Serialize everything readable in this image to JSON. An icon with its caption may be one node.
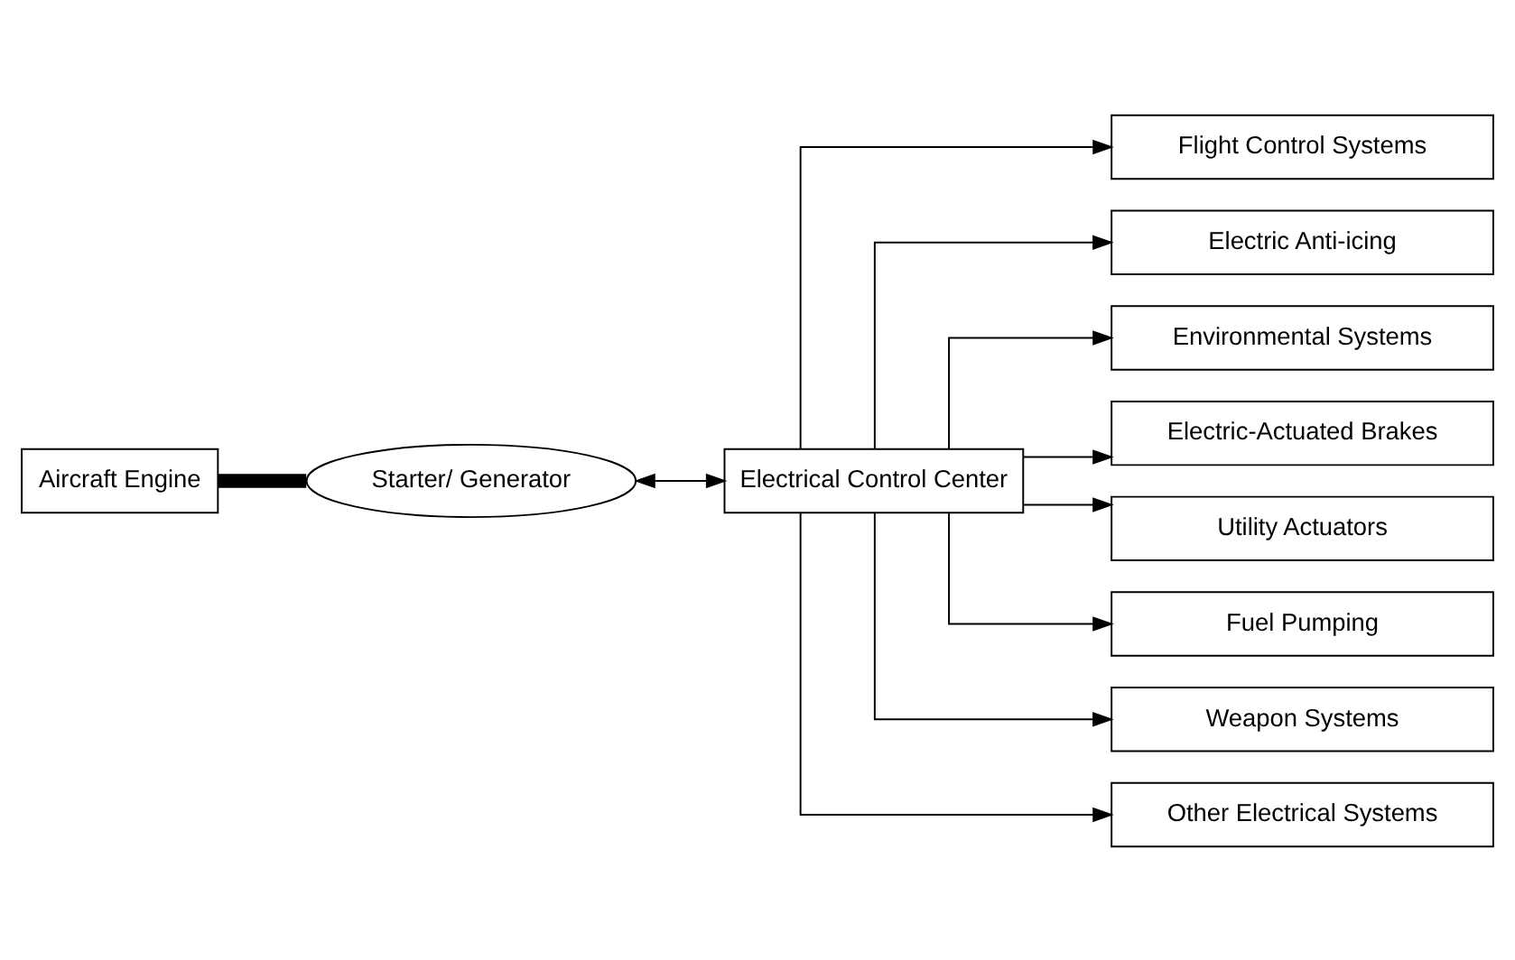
{
  "diagram": {
    "nodes": [
      {
        "text": [
          "Aircraft Engine"
        ]
      },
      {
        "text": [
          "Starter/ Generator"
        ]
      },
      {
        "text": [
          "Electrical Control Center"
        ]
      },
      {
        "text": [
          "Flight Control Systems"
        ]
      },
      {
        "text": [
          "Electric Anti-icing"
        ]
      },
      {
        "text": [
          "Environmental Systems"
        ]
      },
      {
        "text": [
          "Electric-Actuated Brakes"
        ]
      },
      {
        "text": [
          "Utility Actuators"
        ]
      },
      {
        "text": [
          "Fuel Pumping"
        ]
      },
      {
        "text": [
          "Weapon Systems"
        ]
      },
      {
        "text": [
          "Other Electrical Systems"
        ]
      }
    ],
    "edges": [
      {
        "from": 0,
        "to": 1,
        "arrow": "none",
        "style": "thick"
      },
      {
        "from": 1,
        "to": 2,
        "arrow": "both"
      },
      {
        "from": 2,
        "to": 3,
        "arrow": "to"
      },
      {
        "from": 2,
        "to": 4,
        "arrow": "to"
      },
      {
        "from": 2,
        "to": 5,
        "arrow": "to"
      },
      {
        "from": 2,
        "to": 6,
        "arrow": "to"
      },
      {
        "from": 2,
        "to": 7,
        "arrow": "to"
      },
      {
        "from": 2,
        "to": 8,
        "arrow": "to"
      },
      {
        "from": 2,
        "to": 9,
        "arrow": "to"
      },
      {
        "from": 2,
        "to": 10,
        "arrow": "to"
      }
    ]
  }
}
